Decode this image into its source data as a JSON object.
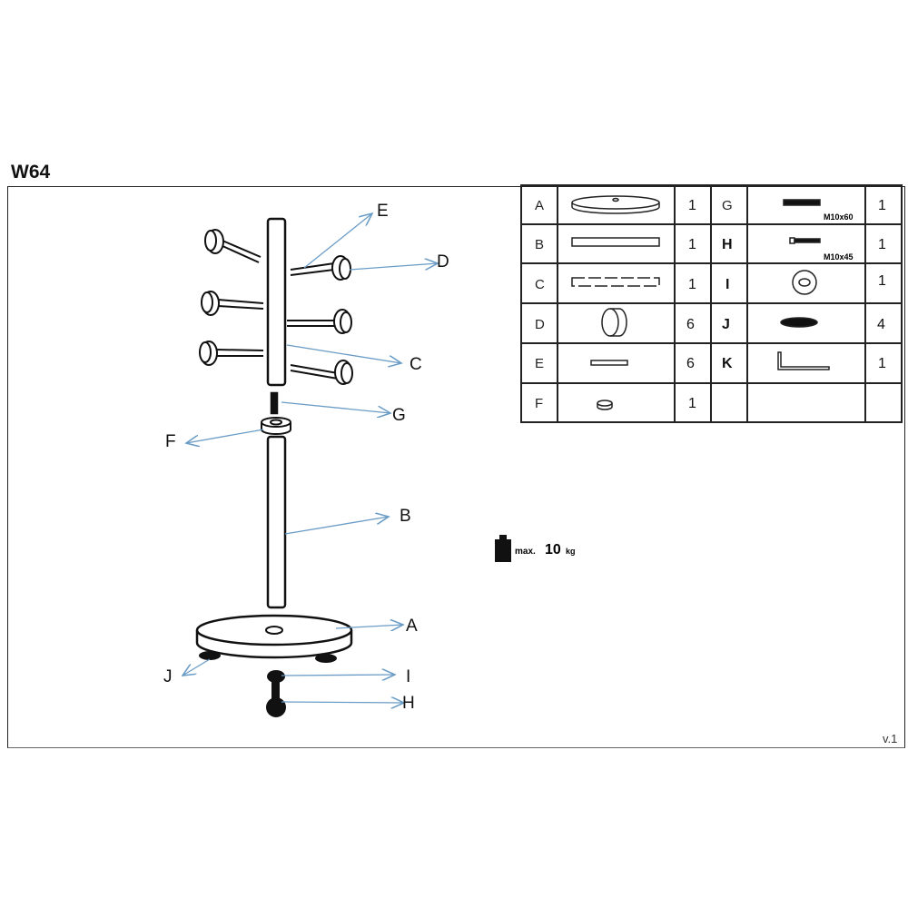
{
  "title": "W64",
  "version": "v.1",
  "diagram_labels": {
    "E": "E",
    "D": "D",
    "C": "C",
    "G": "G",
    "F": "F",
    "B": "B",
    "A": "A",
    "J": "J",
    "I": "I",
    "H": "H"
  },
  "max_load": {
    "prefix": "max.",
    "value": "10",
    "unit": "kg"
  },
  "parts": [
    {
      "letter": "A",
      "qty": "1",
      "icon": "base-disc"
    },
    {
      "letter": "B",
      "qty": "1",
      "icon": "lower-tube"
    },
    {
      "letter": "C",
      "qty": "1",
      "icon": "upper-tube"
    },
    {
      "letter": "D",
      "qty": "6",
      "icon": "hook-knob"
    },
    {
      "letter": "E",
      "qty": "6",
      "icon": "hook-rod"
    },
    {
      "letter": "F",
      "qty": "1",
      "icon": "connector-ring"
    },
    {
      "letter": "G",
      "qty": "1",
      "icon": "threaded-rod",
      "spec": "M10x60"
    },
    {
      "letter": "H",
      "qty": "1",
      "icon": "bolt",
      "spec": "M10x45"
    },
    {
      "letter": "I",
      "qty": "1",
      "icon": "washer"
    },
    {
      "letter": "J",
      "qty": "4",
      "icon": "foot-pad"
    },
    {
      "letter": "K",
      "qty": "1",
      "icon": "allen-key"
    }
  ],
  "colors": {
    "arrow": "#6a9cc6",
    "line": "#111111"
  }
}
